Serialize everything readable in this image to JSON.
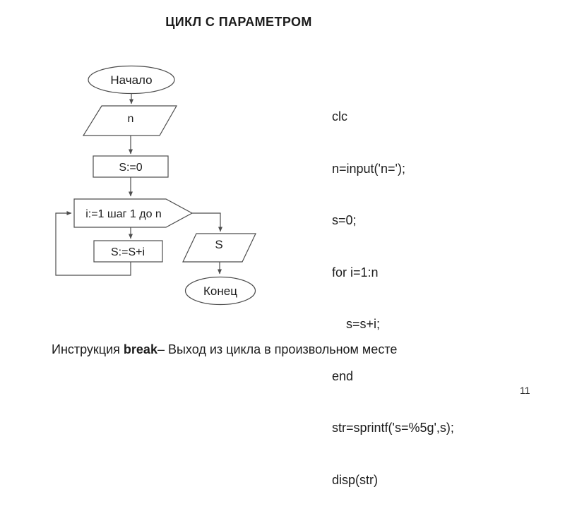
{
  "title": "ЦИКЛ С ПАРАМЕТРОМ",
  "flowchart": {
    "start_label": "Начало",
    "input_label": "n",
    "init_label": "S:=0",
    "loop_label": "i:=1 шаг 1 до n",
    "body_label": "S:=S+i",
    "output_label": "S",
    "end_label": "Конец"
  },
  "code": {
    "lines": [
      "clc",
      "n=input('n=');",
      "s=0;",
      "for i=1:n",
      "    s=s+i;",
      "end",
      "str=sprintf('s=%5g',s);",
      "disp(str)"
    ]
  },
  "footnote": {
    "prefix": "Инструкция ",
    "keyword": "break",
    "suffix": "– Выход из цикла в произвольном месте"
  },
  "page_number": "11",
  "colors": {
    "stroke": "#4d4d4d",
    "text": "#1c1c1c",
    "background": "#ffffff"
  }
}
